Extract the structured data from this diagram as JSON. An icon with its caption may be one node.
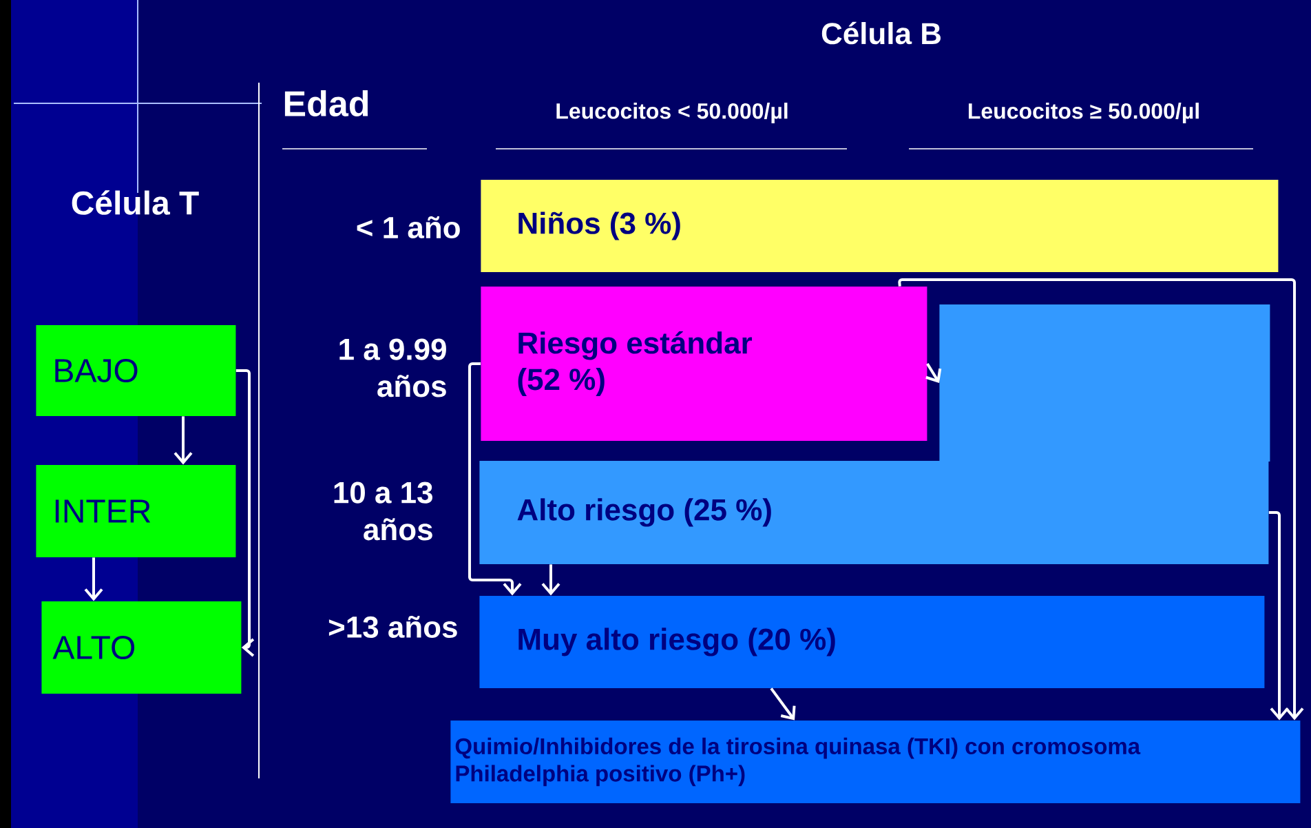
{
  "diagram": {
    "nodes": [
      {
        "text": [
          "BAJO"
        ]
      },
      {
        "text": [
          "INTER"
        ]
      },
      {
        "text": [
          "ALTO"
        ]
      },
      {
        "text": [
          "Niños (3 %)"
        ]
      },
      {
        "text": [
          "Riesgo estándar (52 %)"
        ]
      },
      {
        "text": [],
        "shape": "box"
      },
      {
        "text": [
          "Alto riesgo (25 %)"
        ]
      },
      {
        "text": [
          "Muy alto riesgo (20 %)"
        ]
      },
      {
        "text": [
          "Quimio/Inhibidores de la tirosina quinasa (TKI) con cromosoma Philadelphia positivo (Ph+)"
        ]
      }
    ],
    "edges": [
      {
        "from": 0,
        "to": 1,
        "arrow": "to"
      },
      {
        "from": 0,
        "to": 2,
        "arrow": "to"
      },
      {
        "from": 1,
        "to": 2,
        "arrow": "to"
      },
      {
        "from": 4,
        "to": 5,
        "arrow": "to"
      },
      {
        "from": 4,
        "to": 7,
        "arrow": "to"
      },
      {
        "from": 4,
        "to": 8,
        "arrow": "to"
      },
      {
        "from": 6,
        "to": 7,
        "arrow": "to"
      },
      {
        "from": 6,
        "to": 8,
        "arrow": "to"
      },
      {
        "from": 7,
        "to": 8,
        "arrow": "to"
      }
    ],
    "labels": [
      "Célula B",
      "Edad",
      "Leucocitos < 50.000/µl",
      "Leucocitos ≥ 50.000/µl",
      "Célula T",
      "< 1 año",
      "1 a 9.99 años",
      "10 a 13 años",
      ">13 años"
    ]
  }
}
